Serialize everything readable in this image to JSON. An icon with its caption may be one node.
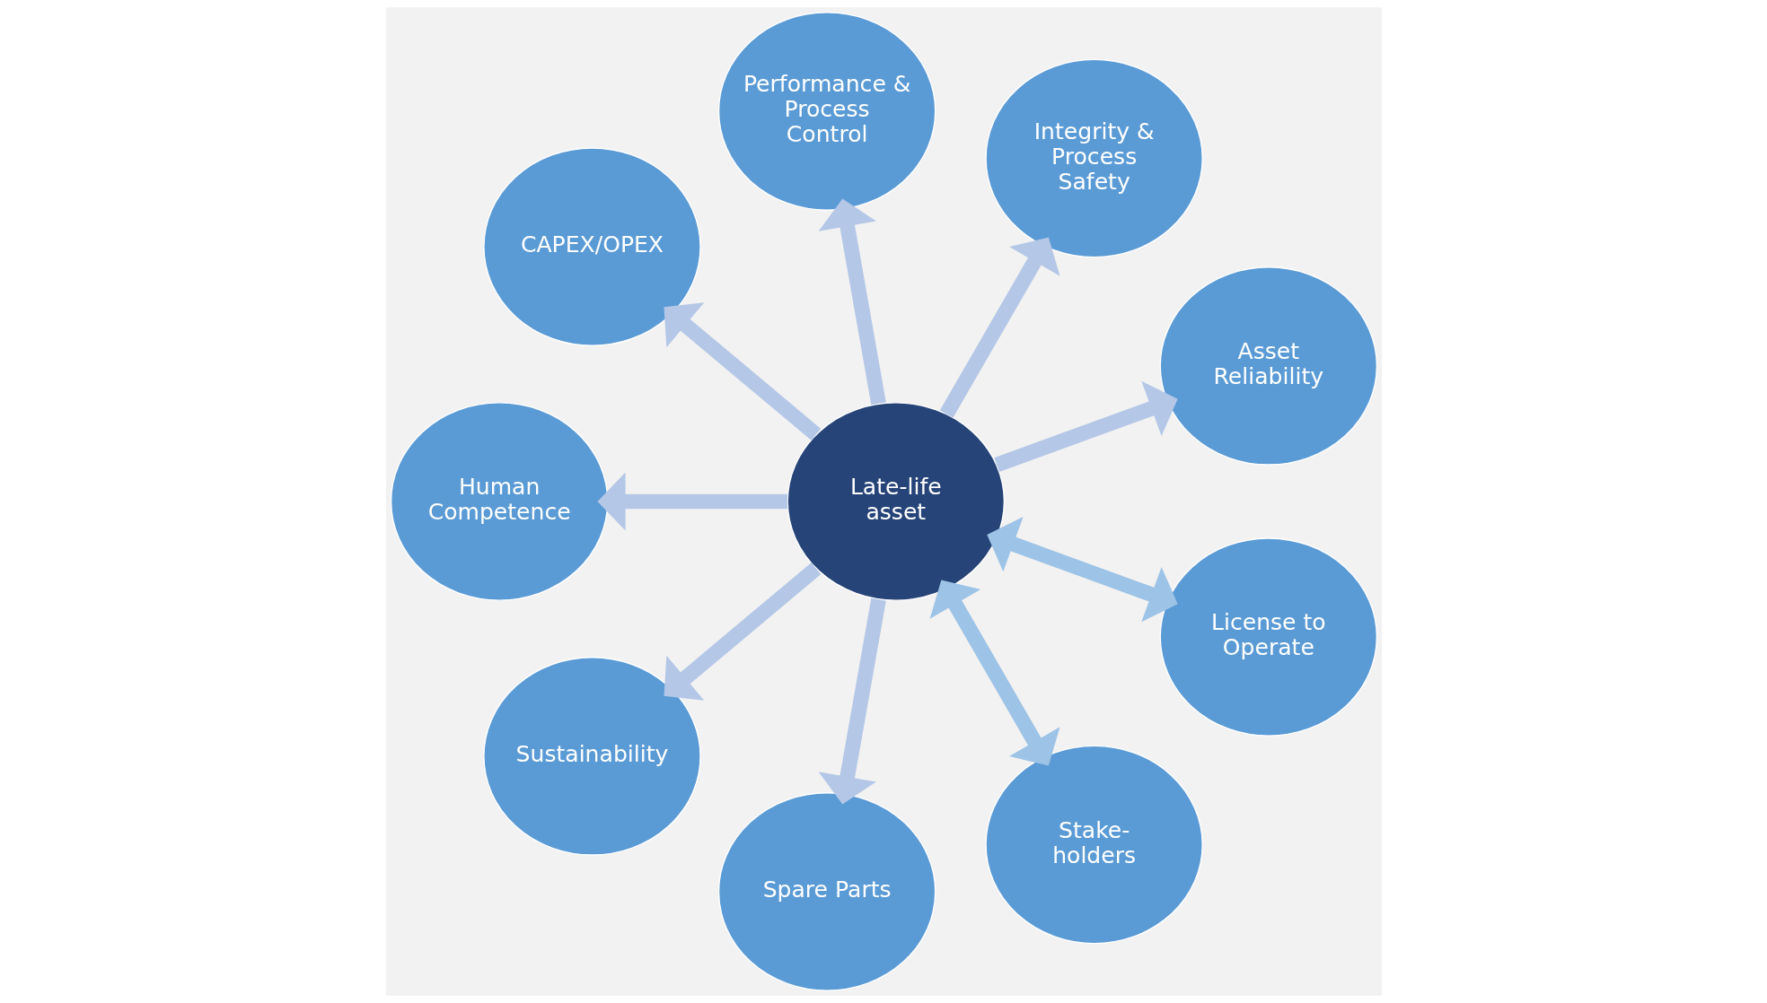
{
  "diagram": {
    "nodes": [
      {
        "text": [
          "Late-life asset"
        ]
      },
      {
        "text": [
          "Asset Reliability"
        ]
      },
      {
        "text": [
          "Integrity & Process Safety"
        ]
      },
      {
        "text": [
          "Performance & Process Control"
        ]
      },
      {
        "text": [
          "CAPEX/OPEX"
        ]
      },
      {
        "text": [
          "Human Competence"
        ]
      },
      {
        "text": [
          "Sustainability"
        ]
      },
      {
        "text": [
          "Spare Parts"
        ]
      },
      {
        "text": [
          "Stake- holders"
        ]
      },
      {
        "text": [
          "License to Operate"
        ]
      }
    ],
    "edges": [
      {
        "from": 0,
        "to": 1,
        "arrow": "to"
      },
      {
        "from": 0,
        "to": 2,
        "arrow": "to"
      },
      {
        "from": 0,
        "to": 3,
        "arrow": "to"
      },
      {
        "from": 0,
        "to": 4,
        "arrow": "to"
      },
      {
        "from": 0,
        "to": 5,
        "arrow": "to"
      },
      {
        "from": 0,
        "to": 6,
        "arrow": "to"
      },
      {
        "from": 0,
        "to": 7,
        "arrow": "to"
      },
      {
        "from": 0,
        "to": 8,
        "arrow": "both",
        "color": "#9dc3e6"
      },
      {
        "from": 0,
        "to": 9,
        "arrow": "both",
        "color": "#9dc3e6"
      }
    ]
  }
}
